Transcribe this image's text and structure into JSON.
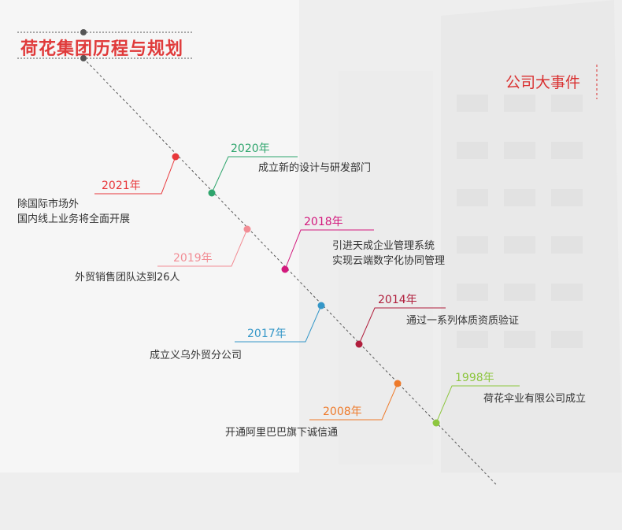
{
  "header": {
    "title": "荷花集团历程与规划",
    "subtitle": "公司大事件"
  },
  "colors": {
    "title_red": "#e03a3a",
    "line": "#555555"
  },
  "events": [
    {
      "year": "2021年",
      "color": "#e8373a",
      "lines": [
        "除国际市场外",
        "国内线上业务将全面开展"
      ]
    },
    {
      "year": "2020年",
      "color": "#2fa56d",
      "lines": [
        "成立新的设计与研发部门"
      ]
    },
    {
      "year": "2019年",
      "color": "#f28d95",
      "lines": [
        "外贸销售团队达到26人"
      ]
    },
    {
      "year": "2018年",
      "color": "#d3197d",
      "lines": [
        "引进天成企业管理系统",
        "实现云端数字化协同管理"
      ]
    },
    {
      "year": "2017年",
      "color": "#3597c8",
      "lines": [
        "成立义乌外贸分公司"
      ]
    },
    {
      "year": "2014年",
      "color": "#b01e3c",
      "lines": [
        "通过一系列体质资质验证"
      ]
    },
    {
      "year": "2008年",
      "color": "#ee7a2a",
      "lines": [
        "开通阿里巴巴旗下诚信通"
      ]
    },
    {
      "year": "1998年",
      "color": "#8dc63f",
      "lines": [
        "荷花伞业有限公司成立"
      ]
    }
  ]
}
